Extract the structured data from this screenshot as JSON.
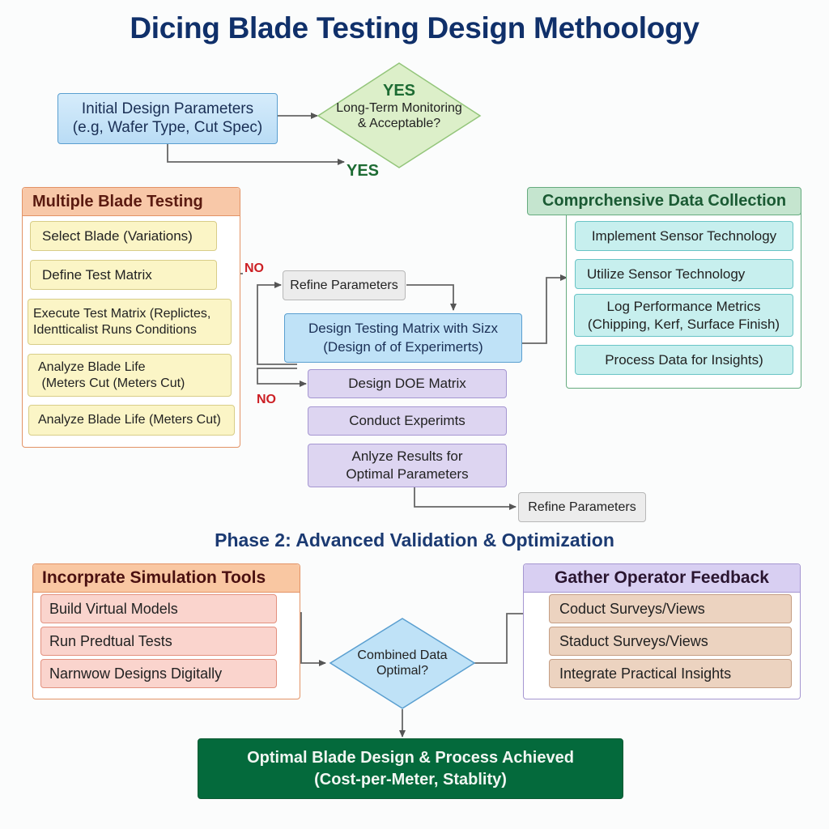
{
  "title": "Dicing Blade Testing Design Methoology",
  "start": {
    "line1": "Initial Design Parameters",
    "line2": "(e.g, Wafer Type, Cut Spec)"
  },
  "decision_top": {
    "yes_label": "YES",
    "line1": "Long-Term Monitoring",
    "line2": "& Acceptable?"
  },
  "yes_bottom": "YES",
  "multiple_blade": {
    "header": "Multiple Blade Testing",
    "items": [
      {
        "line1": "Select Blade (Variations)",
        "line2": ""
      },
      {
        "line1": "Define Test Matrix",
        "line2": ""
      },
      {
        "line1": "Execute Test Matrix (Replictes,",
        "line2": "Identticalist Runs Conditions"
      },
      {
        "line1": "Analyze Blade Life",
        "line2": " (Meters Cut (Meters Cut)"
      },
      {
        "line1": "Analyze Blade Life (Meters Cut)",
        "line2": ""
      }
    ]
  },
  "no_labels": [
    "NO",
    "NO"
  ],
  "refine_top": "Refine Parameters",
  "design_matrix": {
    "line1": "Design Testing Matrix with Sizx",
    "line2": "(Design of of Experimerts)"
  },
  "doe_steps": [
    {
      "line1": "Design DOE Matrix",
      "line2": ""
    },
    {
      "line1": "Conduct Experimts",
      "line2": ""
    },
    {
      "line1": "Anlyze Results for",
      "line2": "Optimal Parameters"
    }
  ],
  "refine_bottom": "Refine Parameters",
  "data_collection": {
    "header": "Comprchensive Data Collection",
    "items": [
      {
        "line1": "Implement Sensor Technology",
        "line2": ""
      },
      {
        "line1": "Utilize Sensor Technology",
        "line2": ""
      },
      {
        "line1": "Log Performance Metrics",
        "line2": "(Chipping, Kerf, Surface Finish)"
      },
      {
        "line1": "Process Data for Insights)",
        "line2": ""
      }
    ]
  },
  "phase2_title": "Phase 2: Advanced Validation & Optimization",
  "simulation": {
    "header": "Incorprate Simulation Tools",
    "items": [
      "Build Virtual Models",
      "Run Predtual Tests",
      "Narnwow Designs Digitally"
    ]
  },
  "decision_bottom": {
    "line1": "Combined Data",
    "line2": "Optimal?"
  },
  "feedback": {
    "header": "Gather Operator Feedback",
    "items": [
      "Coduct Surveys/Views",
      "Staduct Surveys/Views",
      "Integrate Practical Insights"
    ]
  },
  "final": {
    "line1": "Optimal Blade Design & Process Achieved",
    "line2": "(Cost-per-Meter, Stablity)"
  },
  "colors": {
    "title": "#10306a",
    "final_green": "#046a3c",
    "no_red": "#cc1f24",
    "yes_green": "#1d6b33"
  }
}
